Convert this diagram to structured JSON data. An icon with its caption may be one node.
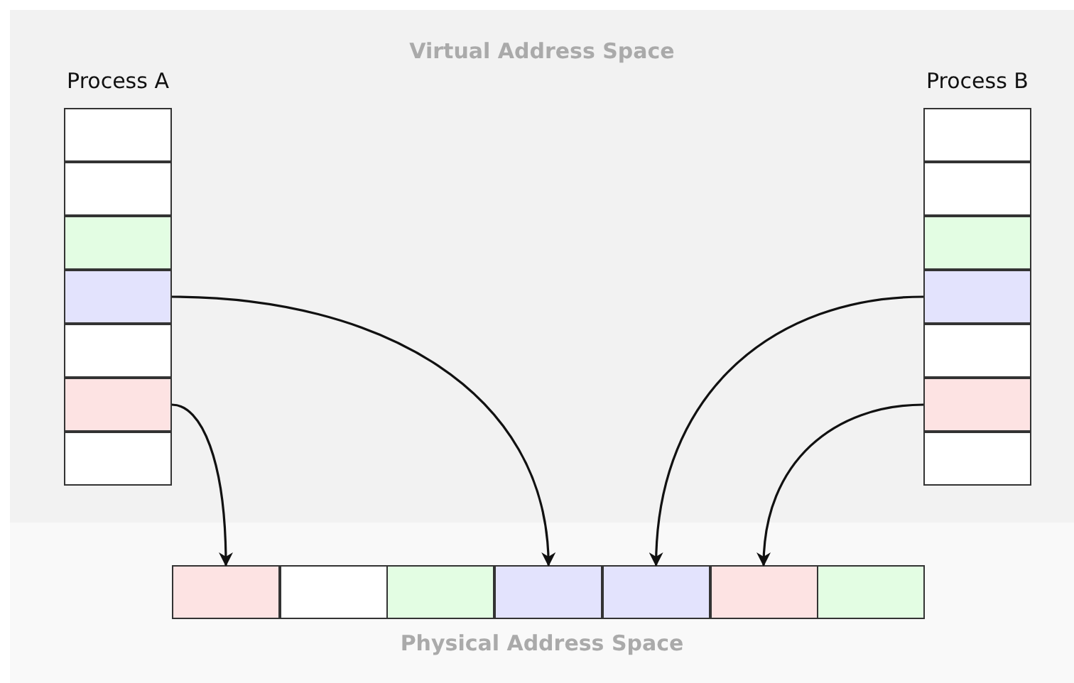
{
  "diagram": {
    "nodes": [
      {
        "text": [
          "Virtual Address Space"
        ]
      },
      {
        "text": [
          "Process A"
        ],
        "in": 0
      },
      {
        "text": [],
        "shape": "box",
        "in": 1
      },
      {
        "text": [],
        "shape": "box",
        "in": 1
      },
      {
        "text": [],
        "shape": "box",
        "in": 1
      },
      {
        "text": [],
        "shape": "box",
        "in": 1
      },
      {
        "text": [],
        "shape": "box",
        "in": 1
      },
      {
        "text": [],
        "shape": "box",
        "in": 1
      },
      {
        "text": [],
        "shape": "box",
        "in": 1
      },
      {
        "text": [
          "Process B"
        ],
        "in": 0
      },
      {
        "text": [],
        "shape": "box",
        "in": 9
      },
      {
        "text": [],
        "shape": "box",
        "in": 9
      },
      {
        "text": [],
        "shape": "box",
        "in": 9
      },
      {
        "text": [],
        "shape": "box",
        "in": 9
      },
      {
        "text": [],
        "shape": "box",
        "in": 9
      },
      {
        "text": [],
        "shape": "box",
        "in": 9
      },
      {
        "text": [],
        "shape": "box",
        "in": 9
      },
      {
        "text": [
          "Physical Address Space"
        ]
      },
      {
        "text": [],
        "shape": "box",
        "in": 17
      },
      {
        "text": [],
        "shape": "box",
        "in": 17
      },
      {
        "text": [],
        "shape": "box",
        "in": 17
      },
      {
        "text": [],
        "shape": "box",
        "in": 17
      },
      {
        "text": [],
        "shape": "box",
        "in": 17
      },
      {
        "text": [],
        "shape": "box",
        "in": 17
      },
      {
        "text": [],
        "shape": "box",
        "in": 17
      }
    ],
    "edges": [
      {
        "from": 5,
        "to": 21,
        "arrow": "to"
      },
      {
        "from": 7,
        "to": 18,
        "arrow": "to"
      },
      {
        "from": 13,
        "to": 22,
        "arrow": "to"
      },
      {
        "from": 15,
        "to": 23,
        "arrow": "to"
      }
    ]
  }
}
